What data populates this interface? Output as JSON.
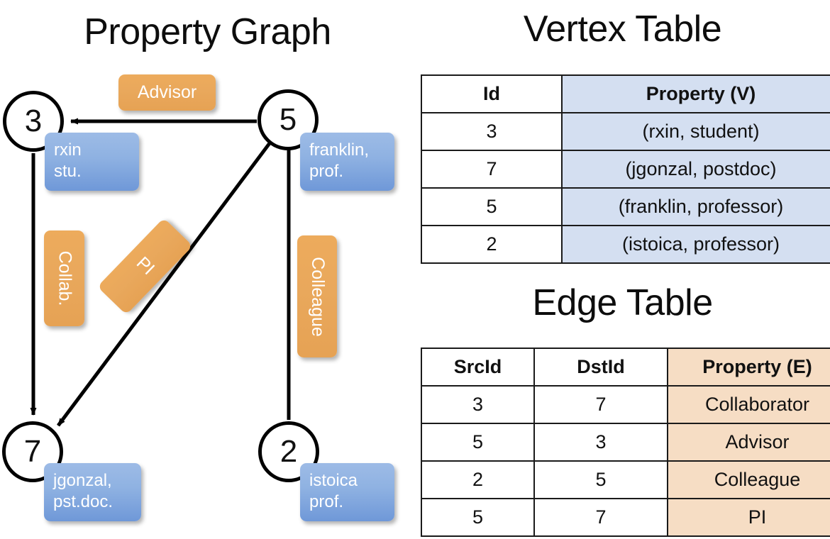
{
  "titles": {
    "property_graph": "Property Graph",
    "vertex_table": "Vertex Table",
    "edge_table": "Edge Table"
  },
  "graph": {
    "nodes": [
      {
        "id": "3",
        "label": "3",
        "property_lines": [
          "rxin",
          "stu."
        ]
      },
      {
        "id": "5",
        "label": "5",
        "property_lines": [
          "franklin,",
          "prof."
        ]
      },
      {
        "id": "7",
        "label": "7",
        "property_lines": [
          "jgonzal,",
          "pst.doc."
        ]
      },
      {
        "id": "2",
        "label": "2",
        "property_lines": [
          "istoica",
          "prof."
        ]
      }
    ],
    "edge_labels": [
      {
        "name": "advisor",
        "text": "Advisor"
      },
      {
        "name": "collab",
        "text": "Collab."
      },
      {
        "name": "pi",
        "text": "PI"
      },
      {
        "name": "colleague",
        "text": "Colleague"
      }
    ]
  },
  "vertex_table": {
    "headers": [
      "Id",
      "Property (V)"
    ],
    "rows": [
      {
        "id": "3",
        "property": "(rxin, student)"
      },
      {
        "id": "7",
        "property": "(jgonzal, postdoc)"
      },
      {
        "id": "5",
        "property": "(franklin, professor)"
      },
      {
        "id": "2",
        "property": "(istoica, professor)"
      }
    ]
  },
  "edge_table": {
    "headers": [
      "SrcId",
      "DstId",
      "Property (E)"
    ],
    "rows": [
      {
        "src": "3",
        "dst": "7",
        "property": "Collaborator"
      },
      {
        "src": "5",
        "dst": "3",
        "property": "Advisor"
      },
      {
        "src": "2",
        "dst": "5",
        "property": "Colleague"
      },
      {
        "src": "5",
        "dst": "7",
        "property": "PI"
      }
    ]
  },
  "colors": {
    "vertex_property_fill": "#d4dff1",
    "edge_property_fill": "#f6ddc4",
    "node_property_box": "#8fb2e2",
    "edge_label_box": "#e9a85c",
    "stroke": "#000000"
  }
}
